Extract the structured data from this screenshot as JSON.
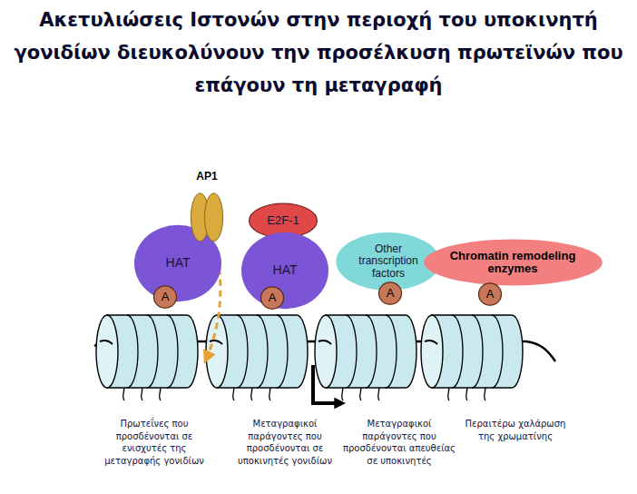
{
  "diagram": {
    "title": "Ακετυλιώσεις Ιστονών στην περιοχή του υποκινητή γονιδίων διευκολύνουν την προσέλκυση πρωτεϊνών που επάγουν τη μεταγραφή",
    "nodes": [
      {
        "text": [
          "HAT"
        ]
      },
      {
        "text": [
          "AP1"
        ]
      },
      {
        "text": [
          "E2F-1"
        ]
      },
      {
        "text": [
          "HAT"
        ]
      },
      {
        "text": [
          "Other transcription factors"
        ]
      },
      {
        "text": [
          "Chromatin remodeling enzymes"
        ]
      },
      {
        "text": [
          "A"
        ]
      },
      {
        "text": [
          "A"
        ]
      },
      {
        "text": [
          "A"
        ]
      },
      {
        "text": [
          "A"
        ]
      }
    ],
    "labels": [
      "Πρωτεΐνες που προσδένονται σε ενισχυτές της μεταγραφής γονιδίων",
      "Μεταγραφικοί παράγοντες που προσδένονται σε υποκινητές γονιδίων",
      "Μεταγραφικοί παράγοντες που προσδένονται απευθείας σε υποκινητές",
      "Περαιτέρω χαλάρωση της χρωματίνης"
    ]
  }
}
